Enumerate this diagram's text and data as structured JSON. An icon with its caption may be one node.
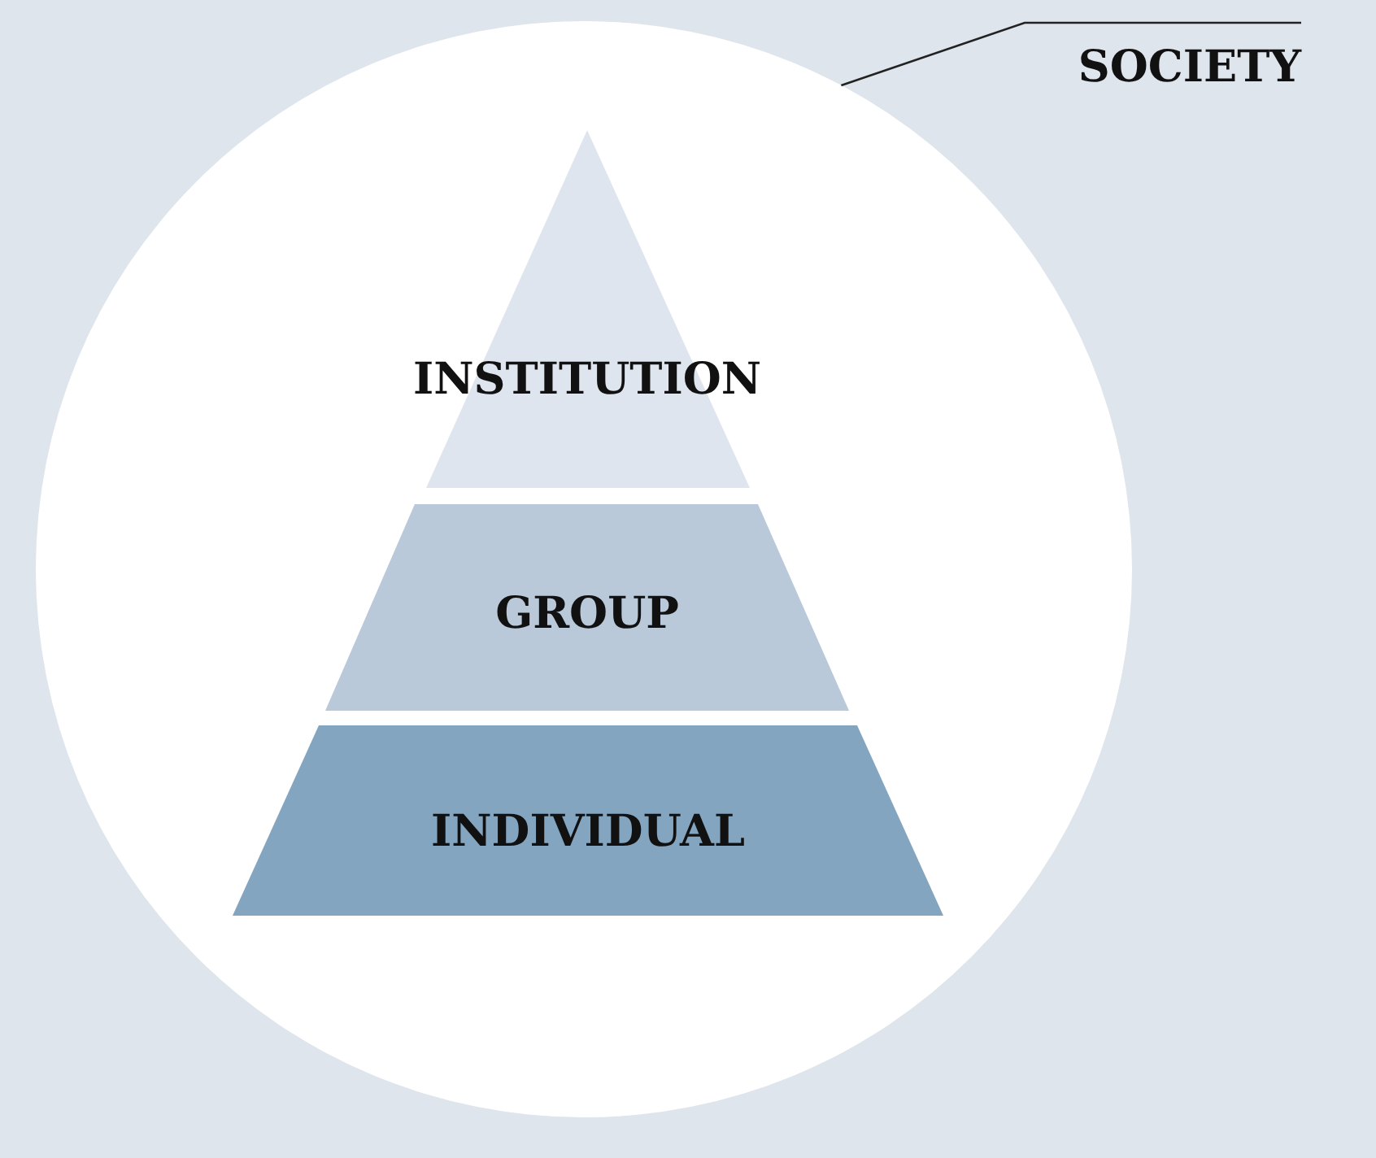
{
  "diagram": {
    "nodes": [
      {
        "text": [
          "SOCIETY"
        ]
      },
      {
        "text": [],
        "shape": "circle"
      },
      {
        "text": [
          "INSTITUTION"
        ],
        "in": 1
      },
      {
        "text": [
          "GROUP"
        ],
        "in": 1
      },
      {
        "text": [
          "INDIVIDUAL"
        ],
        "in": 1
      }
    ],
    "edges": [
      {
        "from": 0,
        "to": 1,
        "arrow": "none"
      }
    ]
  }
}
